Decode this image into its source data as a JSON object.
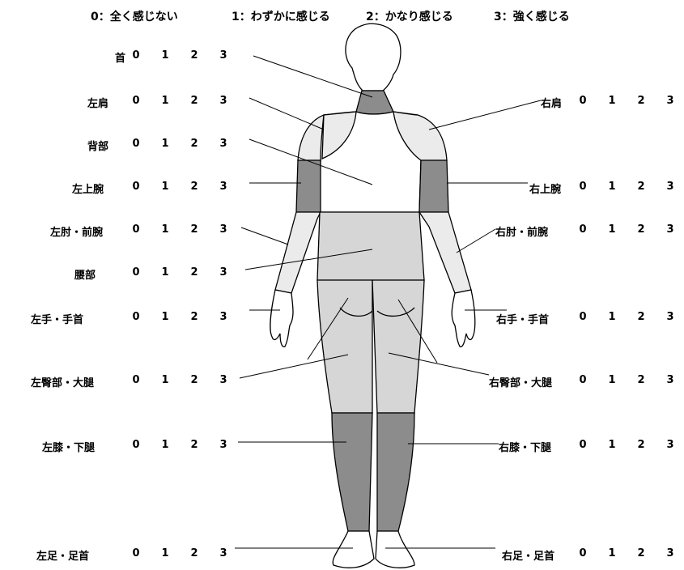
{
  "legend": [
    "0：全く感じない",
    "1：わずかに感じる",
    "2：かなり感じる",
    "3：強く感じる"
  ],
  "scale": [
    "0",
    "1",
    "2",
    "3"
  ],
  "colors": {
    "dark": "#8c8c8c",
    "medium": "#d6d6d6",
    "light": "#ebebeb",
    "outline": "#000000"
  },
  "left_regions": [
    "首",
    "左肩",
    "背部",
    "左上腕",
    "左肘・前腕",
    "腰部",
    "左手・手首",
    "左臀部・大腿",
    "左膝・下腿",
    "左足・足首"
  ],
  "right_regions": [
    "右肩",
    "右上腕",
    "右肘・前腕",
    "右手・手首",
    "右臀部・大腿",
    "右膝・下腿",
    "右足・足首"
  ]
}
